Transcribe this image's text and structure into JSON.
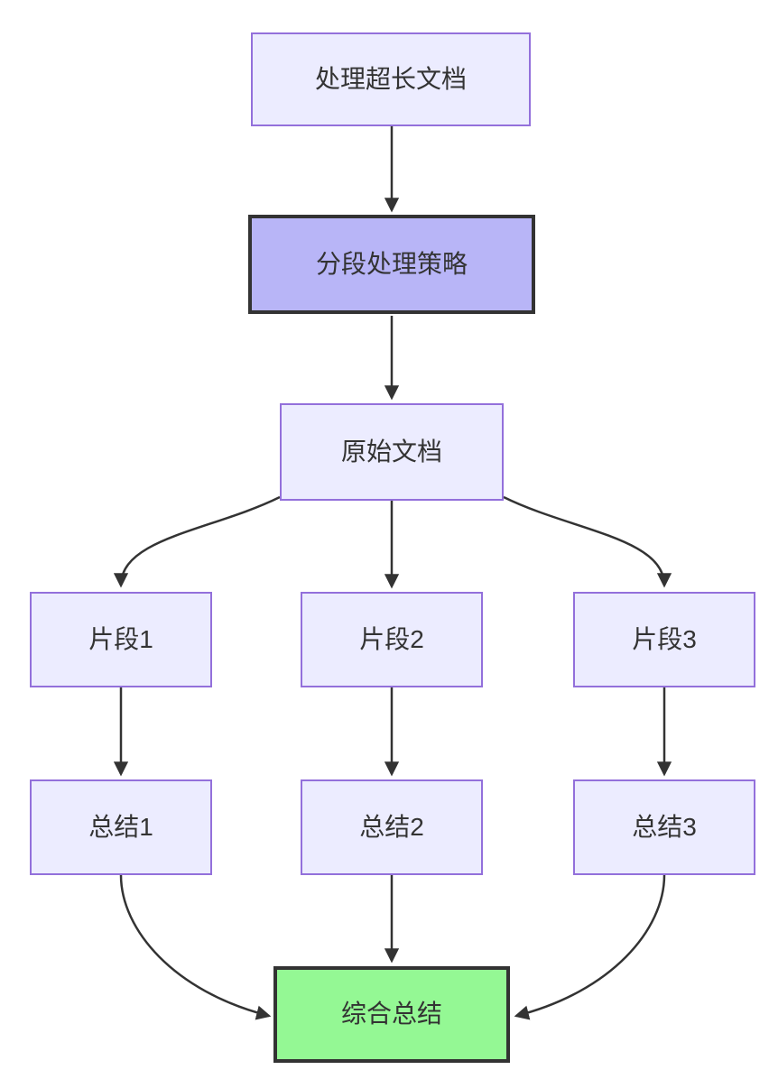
{
  "diagram": {
    "type": "flowchart",
    "direction": "top-down",
    "nodes": {
      "task": {
        "label": "处理超长文档"
      },
      "strategy": {
        "label": "分段处理策略"
      },
      "doc": {
        "label": "原始文档"
      },
      "frag1": {
        "label": "片段1"
      },
      "frag2": {
        "label": "片段2"
      },
      "frag3": {
        "label": "片段3"
      },
      "sum1": {
        "label": "总结1"
      },
      "sum2": {
        "label": "总结2"
      },
      "sum3": {
        "label": "总结3"
      },
      "final": {
        "label": "综合总结"
      }
    },
    "edges": [
      {
        "from": "task",
        "to": "strategy"
      },
      {
        "from": "strategy",
        "to": "doc"
      },
      {
        "from": "doc",
        "to": "frag1"
      },
      {
        "from": "doc",
        "to": "frag2"
      },
      {
        "from": "doc",
        "to": "frag3"
      },
      {
        "from": "frag1",
        "to": "sum1"
      },
      {
        "from": "frag2",
        "to": "sum2"
      },
      {
        "from": "frag3",
        "to": "sum3"
      },
      {
        "from": "sum1",
        "to": "final"
      },
      {
        "from": "sum2",
        "to": "final"
      },
      {
        "from": "sum3",
        "to": "final"
      }
    ],
    "colors": {
      "node_fill": "#ECECFF",
      "node_border": "#9370DB",
      "highlight_fill": "#b8b5f7",
      "highlight_border": "#333333",
      "success_fill": "#94f894",
      "success_border": "#333333",
      "edge_color": "#333333",
      "text_color": "#333333",
      "bg": "#ffffff"
    }
  }
}
